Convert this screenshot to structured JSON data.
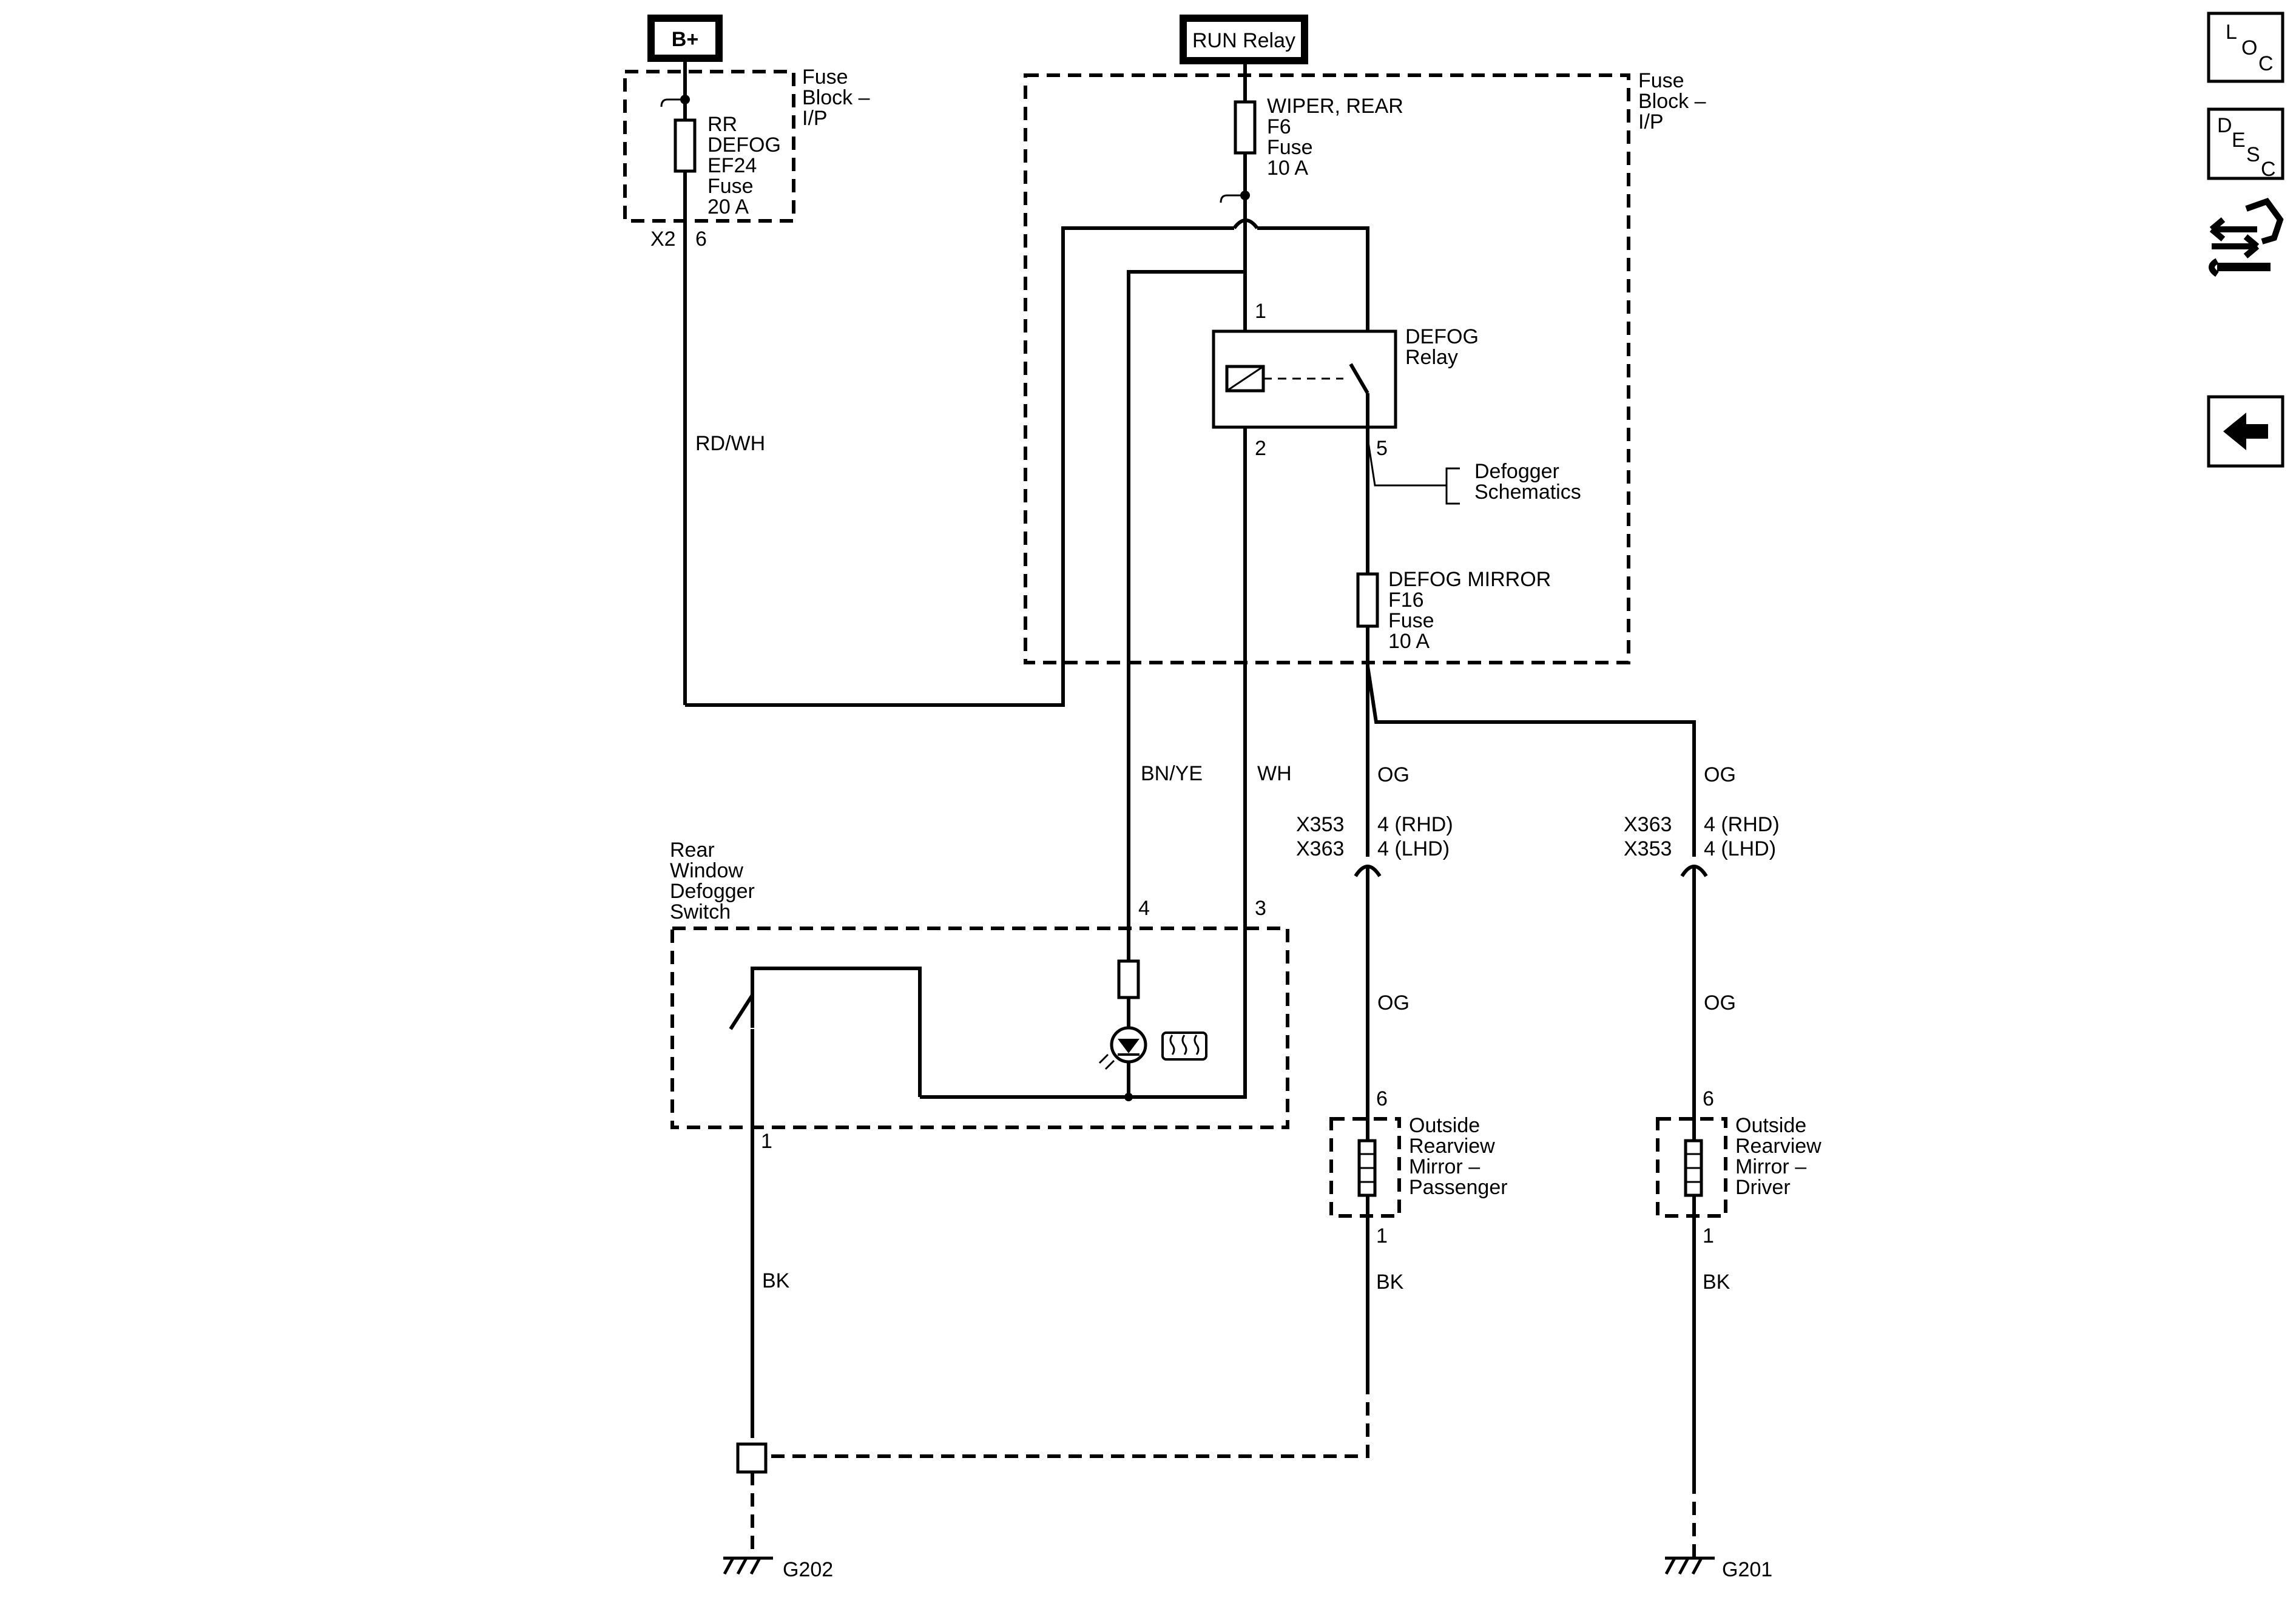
{
  "sources": {
    "battery": "B+",
    "run_relay": "RUN Relay"
  },
  "fuse_block_left": {
    "label": [
      "Fuse",
      "Block –",
      "I/P"
    ],
    "fuse_label": [
      "RR",
      "DEFOG",
      "EF24",
      "Fuse",
      "20 A"
    ],
    "connector": "X2",
    "pin": "6"
  },
  "fuse_block_right": {
    "label": [
      "Fuse",
      "Block –",
      "I/P"
    ],
    "wiper_fuse": [
      "WIPER, REAR",
      "F6",
      "Fuse",
      "10 A"
    ],
    "mirror_fuse": [
      "DEFOG MIRROR",
      "F16",
      "Fuse",
      "10 A"
    ]
  },
  "relay": {
    "label": [
      "DEFOG",
      "Relay"
    ],
    "pin_1": "1",
    "pin_2": "2",
    "pin_5": "5"
  },
  "defogger_ref": [
    "Defogger",
    "Schematics"
  ],
  "wires": {
    "rd_wh": "RD/WH",
    "bn_ye": "BN/YE",
    "wh": "WH",
    "og_left_top": "OG",
    "og_right_top": "OG",
    "og_left_bottom": "OG",
    "og_right_bottom": "OG",
    "bk_switch": "BK",
    "bk_passenger": "BK",
    "bk_driver": "BK"
  },
  "connectors_left": {
    "c1_name": "X353",
    "c1_pin": "4 (RHD)",
    "c2_name": "X363",
    "c2_pin": "4 (LHD)"
  },
  "connectors_right": {
    "c1_name": "X363",
    "c1_pin": "4 (RHD)",
    "c2_name": "X353",
    "c2_pin": "4 (LHD)"
  },
  "switch": {
    "label": [
      "Rear",
      "Window",
      "Defogger",
      "Switch"
    ],
    "pin_4": "4",
    "pin_3": "3",
    "pin_1": "1"
  },
  "mirror_passenger": {
    "label": [
      "Outside",
      "Rearview",
      "Mirror –",
      "Passenger"
    ],
    "pin_top": "6",
    "pin_bottom": "1"
  },
  "mirror_driver": {
    "label": [
      "Outside",
      "Rearview",
      "Mirror –",
      "Driver"
    ],
    "pin_top": "6",
    "pin_bottom": "1"
  },
  "grounds": {
    "left": "G202",
    "right": "G201"
  },
  "side_buttons": {
    "loc": [
      "L",
      "O",
      "C"
    ],
    "desc": [
      "D",
      "E",
      "S",
      "C"
    ],
    "transfer_icon": "connector-tool-icon",
    "back_icon": "left-arrow-icon"
  }
}
